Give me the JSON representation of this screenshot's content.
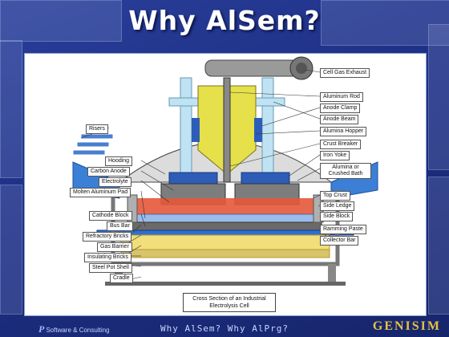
{
  "slide": {
    "title": "Why AlSem?",
    "footer": "Why AlSem? Why AlPrg?",
    "logo_mark": "P",
    "logo_text": "Software & Consulting",
    "brand": "GENISIM"
  },
  "diagram": {
    "caption": "Cross Section of an Industrial Electrolysis Cell",
    "labels_left": [
      "Risers",
      "Hooding",
      "Carbon Anode",
      "Electrolyte",
      "Molten Aluminum Pad",
      "Cathode Block",
      "Bus Bar",
      "Refractory Bricks",
      "Gas Barrier",
      "Insulating Bricks",
      "Steel Pot Shell",
      "Cradle"
    ],
    "labels_right": [
      "Cell Gas Exhaust",
      "Aluminum Rod",
      "Anode Clamp",
      "Anode Beam",
      "Alumina Hopper",
      "Crust Breaker",
      "Iron Yoke",
      "Alumina or Crushed Bath",
      "Top Crust",
      "Side Ledge",
      "Side Block",
      "Ramming Paste",
      "Collector Bar"
    ]
  },
  "colors": {
    "background": "#1e2f85",
    "title": "#ffffff",
    "brand": "#e4c243",
    "steel_blue": "#3c7fd6",
    "frame_cyan": "#bfe3f2",
    "hopper_yellow": "#e6e04a",
    "anode_gray": "#7d7d7d",
    "anode_blue": "#2d5db8",
    "bath_red": "#e6583a",
    "lining_yellow": "#f0df7a"
  }
}
